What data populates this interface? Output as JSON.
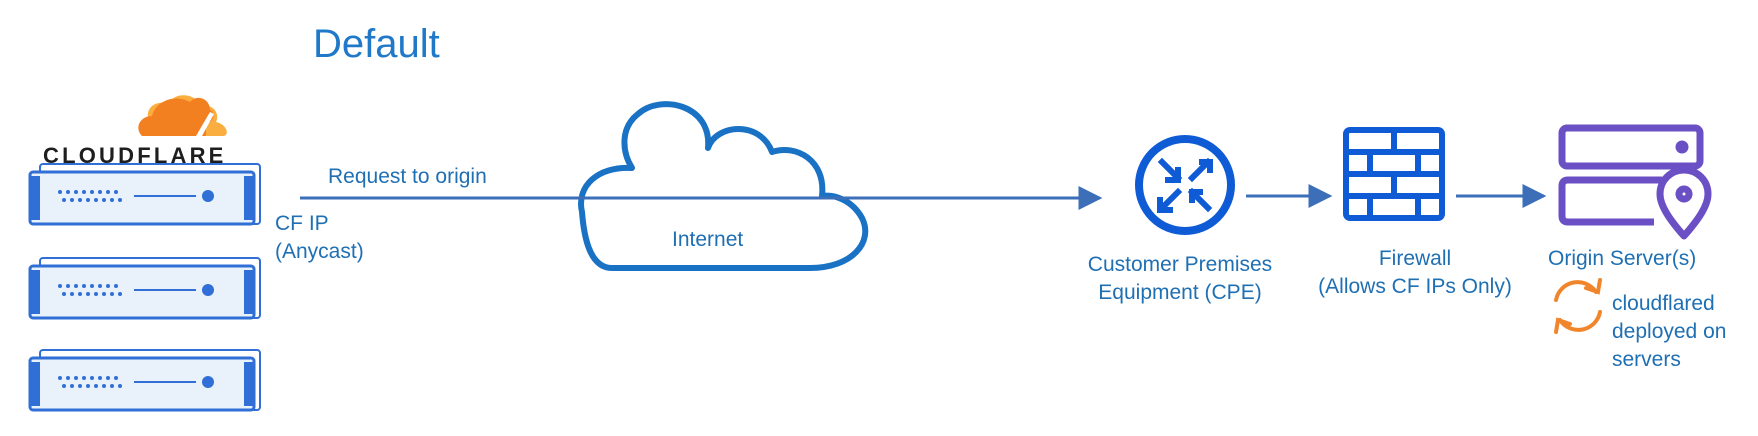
{
  "title": "Default",
  "logo": {
    "wordmark": "CLOUDFLARE",
    "brand_orange": "#f38020",
    "brand_light_orange": "#faae40"
  },
  "colors": {
    "text": "#1f6fb3",
    "title": "#1f78c8",
    "line": "#3d6fb8",
    "icon_blue": "#0f5bd6",
    "server_purple": "#6a4fc5",
    "sync_orange": "#f0852b",
    "rack_blue": "#2f6fd6",
    "rack_fill": "#e9f1fb"
  },
  "nodes": {
    "cloudflare": {
      "label_line1": "CF IP",
      "label_line2": "(Anycast)"
    },
    "request": {
      "label": "Request to origin"
    },
    "internet": {
      "label": "Internet"
    },
    "cpe": {
      "label_line1": "Customer Premises",
      "label_line2": "Equipment (CPE)"
    },
    "firewall": {
      "label_line1": "Firewall",
      "label_line2": "(Allows CF IPs Only)"
    },
    "origin": {
      "label": "Origin Server(s)"
    },
    "cloudflared": {
      "line1": "cloudflared",
      "line2": "deployed on",
      "line3": "servers"
    }
  },
  "icons": {
    "cloud": "internet-cloud-icon",
    "router": "router-icon",
    "firewall": "firewall-brick-icon",
    "server": "server-location-icon",
    "sync": "sync-arrows-icon",
    "rack": "server-rack-icon"
  }
}
